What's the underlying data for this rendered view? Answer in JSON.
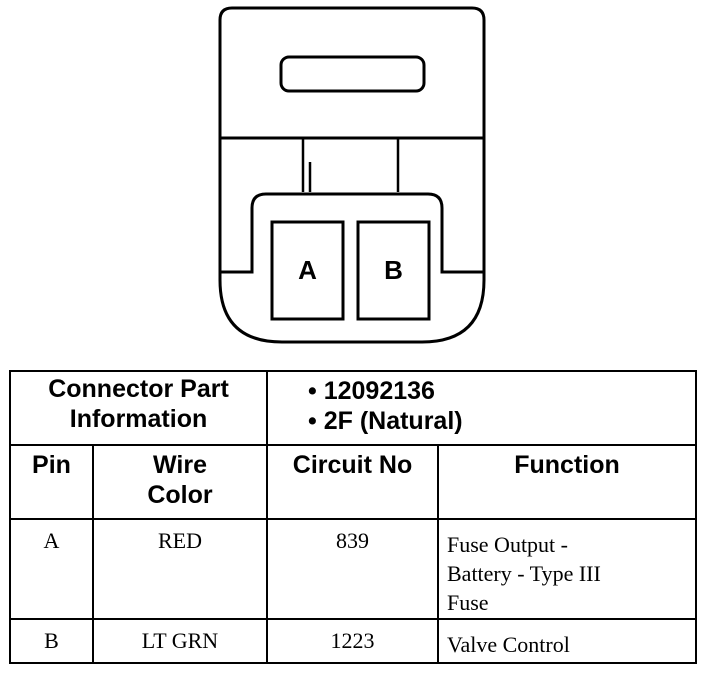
{
  "connector": {
    "pins": [
      {
        "id": "A",
        "label": "A"
      },
      {
        "id": "B",
        "label": "B"
      }
    ]
  },
  "table": {
    "part_info_label_line1": "Connector Part",
    "part_info_label_line2": "Information",
    "part_numbers": [
      "• 12092136",
      "• 2F (Natural)"
    ],
    "headers": {
      "pin": "Pin",
      "wire_color_line1": "Wire",
      "wire_color_line2": "Color",
      "circuit_no": "Circuit No",
      "function": "Function"
    },
    "rows": [
      {
        "pin": "A",
        "wire_color": "RED",
        "circuit_no": "839",
        "function_lines": [
          "Fuse Output -",
          "Battery - Type III",
          "Fuse"
        ]
      },
      {
        "pin": "B",
        "wire_color": "LT GRN",
        "circuit_no": "1223",
        "function_lines": [
          "Valve Control"
        ]
      }
    ]
  }
}
